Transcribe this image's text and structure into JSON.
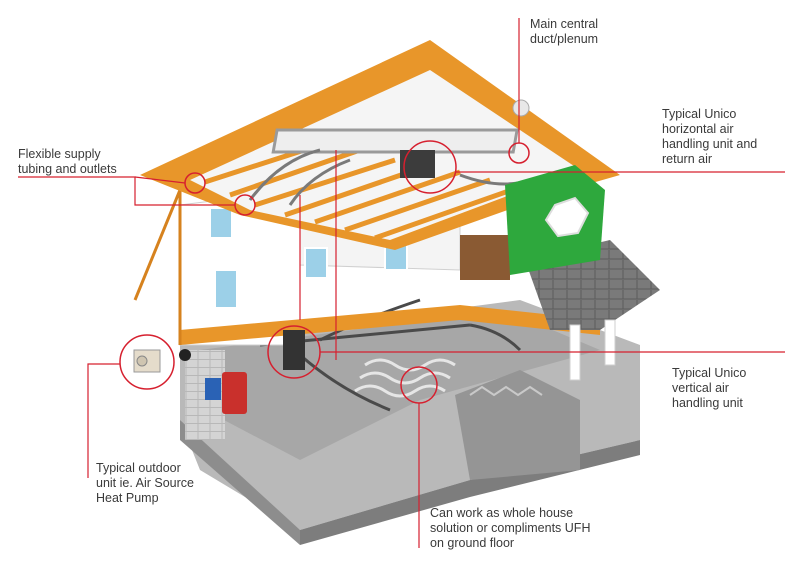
{
  "callouts": {
    "main_duct": "Main central\nduct/plenum",
    "horizontal_unit": "Typical Unico\nhorizontal air\nhandling unit and\nreturn air",
    "flexible_tubing": "Flexible supply\ntubing and outlets",
    "vertical_unit": "Typical Unico\nvertical air\nhandling unit",
    "outdoor_unit": "Typical outdoor\nunit ie. Air Source\nHeat Pump",
    "ufh": "Can work as whole house\nsolution or compliments UFH\non ground floor"
  },
  "colors": {
    "leader": "#d6202f",
    "roof": "#e8962a",
    "gable": "#2ea83d",
    "slab": "#9a9a9a",
    "shingles": "#6f6f6f"
  }
}
